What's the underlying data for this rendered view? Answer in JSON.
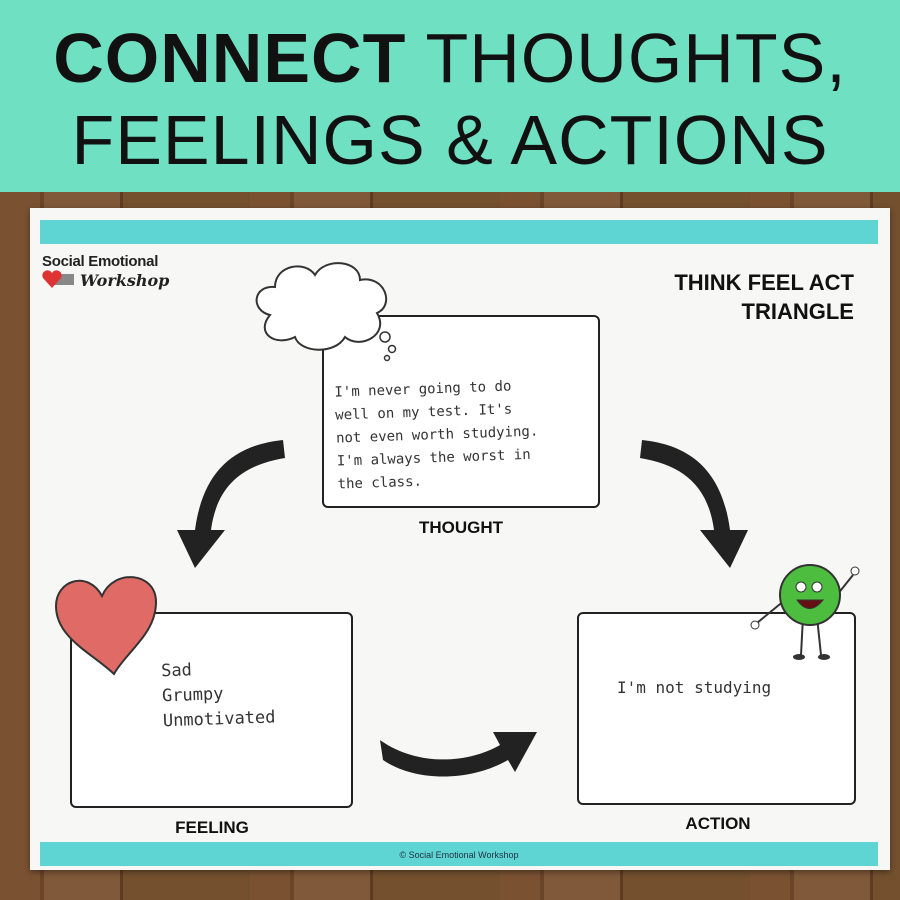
{
  "banner": {
    "bold": "CONNECT",
    "rest": " THOUGHTS,",
    "line2": "FEELINGS & ACTIONS",
    "color": "#6fe0c2"
  },
  "logo": {
    "line1": "Social Emotional",
    "line2": "Workshop"
  },
  "worksheet": {
    "title_line1": "THINK FEEL ACT",
    "title_line2": "TRIANGLE",
    "thought": {
      "label": "THOUGHT",
      "lines": [
        "I'm never going to do",
        "well on my test. It's",
        "not even worth studying.",
        "I'm always the worst in",
        "the class."
      ]
    },
    "feeling": {
      "label": "FEELING",
      "lines": [
        "Sad",
        "Grumpy",
        "Unmotivated"
      ]
    },
    "action": {
      "label": "ACTION",
      "lines": [
        "I'm not studying"
      ]
    },
    "footer": "© Social Emotional Workshop",
    "accent": "#5fd5d3"
  }
}
